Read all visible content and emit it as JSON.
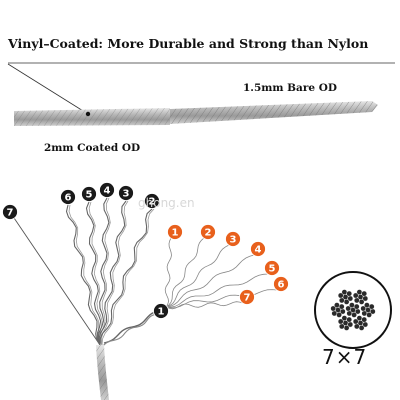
{
  "title": "Vinyl–Coated: More Durable and Strong than Nylon",
  "labels": {
    "bare_od": "1.5mm Bare OD",
    "coated_od": "2mm Coated OD"
  },
  "watermark": "ghong.en",
  "cross_section_label": "7×7",
  "colors": {
    "black_badge": "#1a1a1a",
    "orange_badge": "#e8601c",
    "cable": "#a8a8a8"
  },
  "black_strands": [
    {
      "label": "7"
    },
    {
      "label": "6"
    },
    {
      "label": "5"
    },
    {
      "label": "4"
    },
    {
      "label": "3"
    },
    {
      "label": "2"
    },
    {
      "label": "1"
    }
  ],
  "orange_wires": [
    {
      "label": "1"
    },
    {
      "label": "2"
    },
    {
      "label": "3"
    },
    {
      "label": "4"
    },
    {
      "label": "5"
    },
    {
      "label": "6"
    },
    {
      "label": "7"
    }
  ]
}
